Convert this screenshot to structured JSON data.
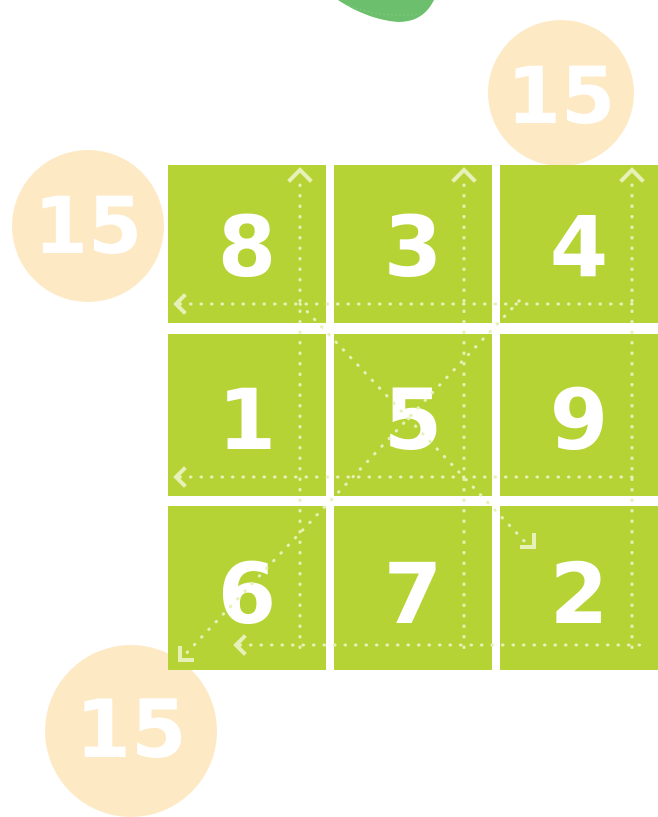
{
  "colors": {
    "cell_green": "#b5d334",
    "circle_peach": "#fde9c4",
    "number_white": "#ffffff",
    "leaf_green": "#5cb85c"
  },
  "decorations": {
    "leaf": "leaf-icon"
  },
  "grid": {
    "rows": [
      [
        "8",
        "3",
        "4"
      ],
      [
        "1",
        "5",
        "9"
      ],
      [
        "6",
        "7",
        "2"
      ]
    ]
  },
  "sum_badges": {
    "top_right": "15",
    "left": "15",
    "bottom_left": "15"
  }
}
